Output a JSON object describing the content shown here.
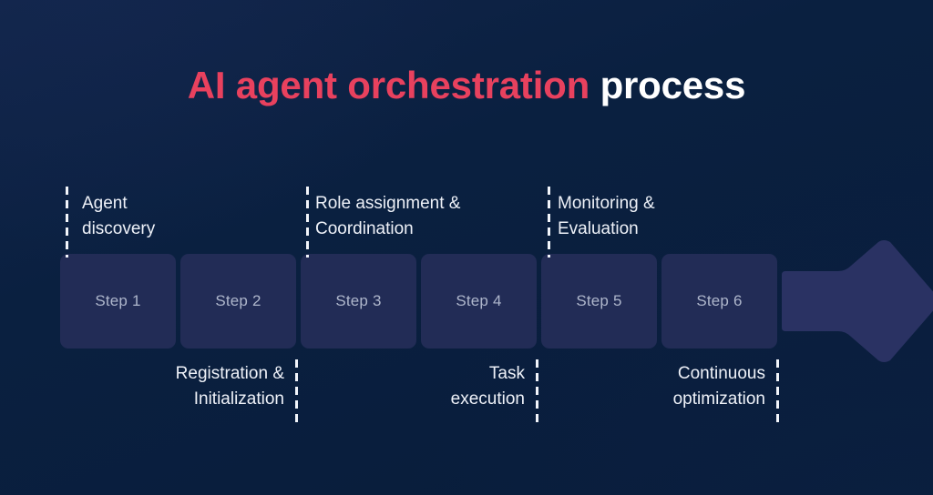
{
  "slide": {
    "title": {
      "accent_text": "AI agent orchestration",
      "plain_text": "process"
    },
    "background_color": "#0a2040",
    "accent_color": "#e8415e",
    "box_color": "#222c56"
  },
  "diagram": {
    "type": "process-flow-timeline",
    "arrow_direction": "right",
    "steps": [
      {
        "label": "Step 1"
      },
      {
        "label": "Step 2"
      },
      {
        "label": "Step 3"
      },
      {
        "label": "Step 4"
      },
      {
        "label": "Step 5"
      },
      {
        "label": "Step 6"
      }
    ],
    "callouts_top": [
      {
        "line1": "Agent",
        "line2": "discovery"
      },
      {
        "line1": "Role assignment &",
        "line2": "Coordination"
      },
      {
        "line1": "Monitoring &",
        "line2": "Evaluation"
      }
    ],
    "callouts_bottom": [
      {
        "line1": "Registration &",
        "line2": "Initialization"
      },
      {
        "line1": "Task",
        "line2": "execution"
      },
      {
        "line1": "Continuous",
        "line2": "optimization"
      }
    ]
  }
}
